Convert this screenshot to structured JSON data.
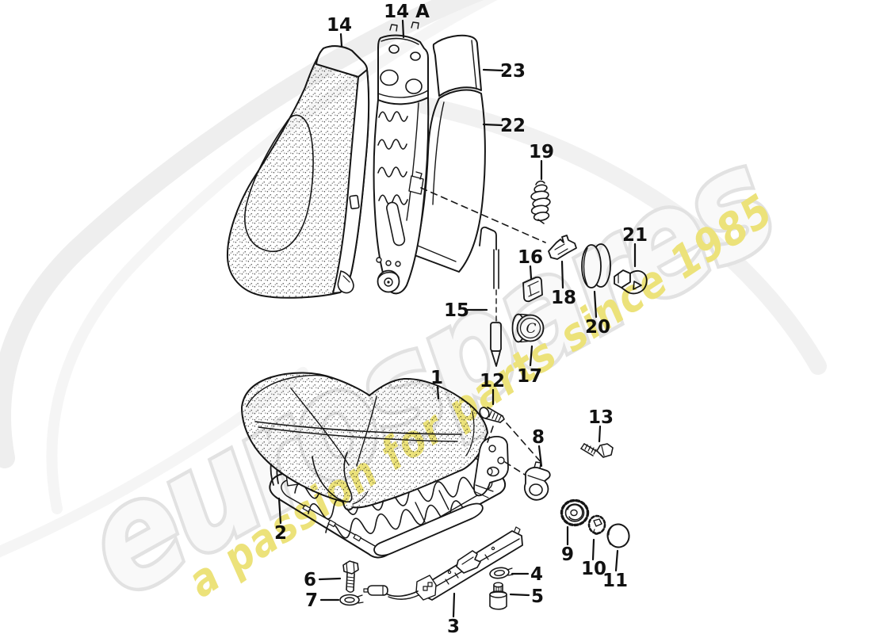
{
  "canvas": {
    "background": "#ffffff",
    "ink": "#161616"
  },
  "watermark": {
    "brand": "eurospares",
    "tagline": "a passion for parts since 1985",
    "brand_fill": "#f9f9f9",
    "brand_edge": "#e2e2e2",
    "swoosh_color": "#eeeeee",
    "tagline_color": "#ece27a"
  },
  "details": {
    "knob_letter": "C"
  },
  "parts": [
    {
      "number": "14"
    },
    {
      "number": "14 A"
    },
    {
      "number": "23"
    },
    {
      "number": "22"
    },
    {
      "number": "19"
    },
    {
      "number": "21"
    },
    {
      "number": "16"
    },
    {
      "number": "18"
    },
    {
      "number": "20"
    },
    {
      "number": "15"
    },
    {
      "number": "17"
    },
    {
      "number": "1"
    },
    {
      "number": "12"
    },
    {
      "number": "13"
    },
    {
      "number": "8"
    },
    {
      "number": "2"
    },
    {
      "number": "9"
    },
    {
      "number": "10"
    },
    {
      "number": "11"
    },
    {
      "number": "6"
    },
    {
      "number": "7"
    },
    {
      "number": "3"
    },
    {
      "number": "4"
    },
    {
      "number": "5"
    }
  ]
}
